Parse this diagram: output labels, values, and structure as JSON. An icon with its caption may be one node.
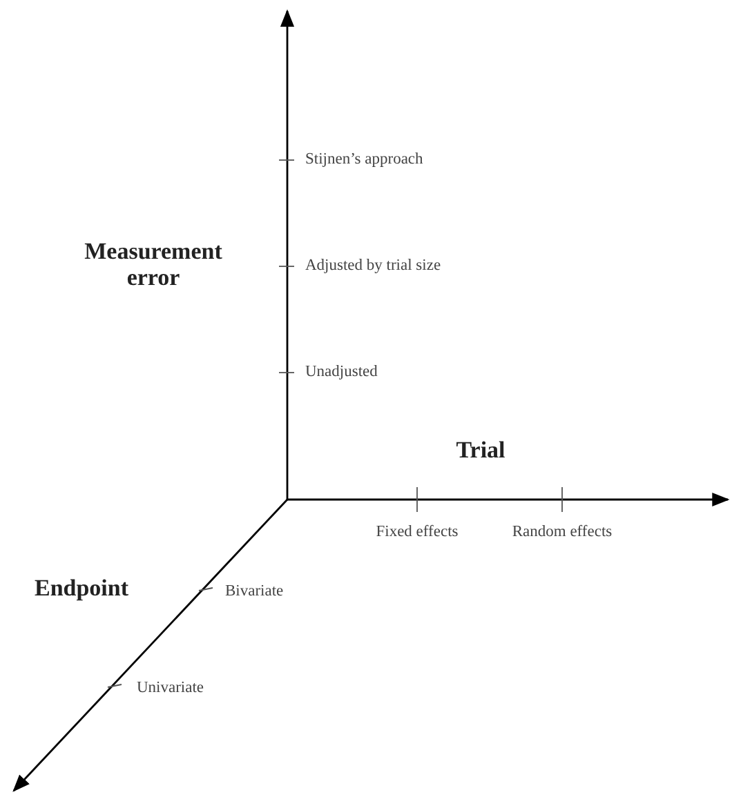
{
  "diagram": {
    "labels": [
      "Stijnen’s approach",
      "Measurement error",
      "Adjusted by trial size",
      "Unadjusted",
      "Trial",
      "Fixed effects",
      "Random effects",
      "Endpoint",
      "Bivariate",
      "Univariate"
    ]
  }
}
